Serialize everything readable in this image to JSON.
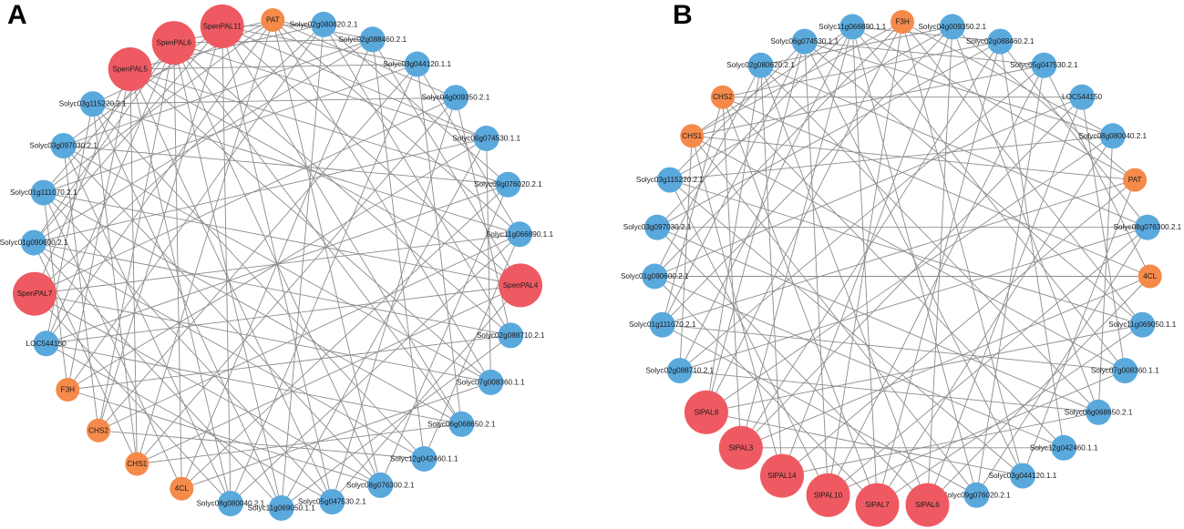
{
  "colors": {
    "pal": "#ef5a62",
    "pathway": "#f58a4b",
    "gene": "#5aa9dd",
    "edge": "#8c8c8c"
  },
  "panels": [
    {
      "letter": "A",
      "nodes": [
        {
          "label": "SpenPAL11",
          "type": "pal"
        },
        {
          "label": "PAT",
          "type": "pathway"
        },
        {
          "label": "Solyc02g080620.2.1",
          "type": "gene"
        },
        {
          "label": "Solyc02g088460.2.1",
          "type": "gene"
        },
        {
          "label": "Solyc03g044120.1.1",
          "type": "gene"
        },
        {
          "label": "Solyc04g009350.2.1",
          "type": "gene"
        },
        {
          "label": "Solyc06g074530.1.1",
          "type": "gene"
        },
        {
          "label": "Solyc09g076020.2.1",
          "type": "gene"
        },
        {
          "label": "Solyc11g066890.1.1",
          "type": "gene"
        },
        {
          "label": "SpenPAL4",
          "type": "pal"
        },
        {
          "label": "Solyc02g088710.2.1",
          "type": "gene"
        },
        {
          "label": "Solyc07g008360.1.1",
          "type": "gene"
        },
        {
          "label": "Solyc06g068650.2.1",
          "type": "gene"
        },
        {
          "label": "Solyc12g042460.1.1",
          "type": "gene"
        },
        {
          "label": "Solyc08g076300.2.1",
          "type": "gene"
        },
        {
          "label": "Solyc05g047530.2.1",
          "type": "gene"
        },
        {
          "label": "Solyc11g069050.1.1",
          "type": "gene"
        },
        {
          "label": "Solyc08g080040.2.1",
          "type": "gene"
        },
        {
          "label": "4CL",
          "type": "pathway"
        },
        {
          "label": "CHS1",
          "type": "pathway"
        },
        {
          "label": "CHS2",
          "type": "pathway"
        },
        {
          "label": "F3H",
          "type": "pathway"
        },
        {
          "label": "LOC544150",
          "type": "gene"
        },
        {
          "label": "SpenPAL7",
          "type": "pal"
        },
        {
          "label": "Solyc01g090600.2.1",
          "type": "gene"
        },
        {
          "label": "Solyc01g111070.2.1",
          "type": "gene"
        },
        {
          "label": "Solyc03g097030.2.1",
          "type": "gene"
        },
        {
          "label": "Solyc03g115220.2.1",
          "type": "gene"
        },
        {
          "label": "SpenPAL5",
          "type": "pal"
        },
        {
          "label": "SpenPAL6",
          "type": "pal"
        }
      ],
      "edges": [
        [
          0,
          2
        ],
        [
          0,
          4
        ],
        [
          0,
          6
        ],
        [
          0,
          9
        ],
        [
          0,
          12
        ],
        [
          0,
          15
        ],
        [
          0,
          17
        ],
        [
          0,
          20
        ],
        [
          0,
          24
        ],
        [
          0,
          26
        ],
        [
          1,
          3
        ],
        [
          1,
          5
        ],
        [
          1,
          8
        ],
        [
          1,
          11
        ],
        [
          1,
          14
        ],
        [
          1,
          19
        ],
        [
          1,
          22
        ],
        [
          1,
          25
        ],
        [
          1,
          27
        ],
        [
          1,
          29
        ],
        [
          2,
          7
        ],
        [
          2,
          10
        ],
        [
          2,
          16
        ],
        [
          2,
          21
        ],
        [
          2,
          23
        ],
        [
          2,
          28
        ],
        [
          3,
          9
        ],
        [
          3,
          13
        ],
        [
          3,
          18
        ],
        [
          3,
          24
        ],
        [
          3,
          26
        ],
        [
          3,
          29
        ],
        [
          4,
          8
        ],
        [
          4,
          12
        ],
        [
          4,
          17
        ],
        [
          4,
          20
        ],
        [
          4,
          25
        ],
        [
          4,
          28
        ],
        [
          5,
          10
        ],
        [
          5,
          15
        ],
        [
          5,
          19
        ],
        [
          5,
          23
        ],
        [
          5,
          27
        ],
        [
          6,
          11
        ],
        [
          6,
          16
        ],
        [
          6,
          21
        ],
        [
          6,
          24
        ],
        [
          6,
          29
        ],
        [
          7,
          14
        ],
        [
          7,
          18
        ],
        [
          7,
          22
        ],
        [
          7,
          26
        ],
        [
          7,
          28
        ],
        [
          8,
          13
        ],
        [
          8,
          17
        ],
        [
          8,
          20
        ],
        [
          8,
          23
        ],
        [
          8,
          27
        ],
        [
          9,
          15
        ],
        [
          9,
          19
        ],
        [
          9,
          22
        ],
        [
          9,
          25
        ],
        [
          9,
          28
        ],
        [
          10,
          16
        ],
        [
          10,
          21
        ],
        [
          10,
          24
        ],
        [
          10,
          29
        ],
        [
          11,
          18
        ],
        [
          11,
          23
        ],
        [
          11,
          26
        ],
        [
          11,
          28
        ],
        [
          12,
          19
        ],
        [
          12,
          22
        ],
        [
          12,
          25
        ],
        [
          12,
          29
        ],
        [
          13,
          20
        ],
        [
          13,
          24
        ],
        [
          13,
          27
        ],
        [
          14,
          21
        ],
        [
          14,
          23
        ],
        [
          14,
          26
        ],
        [
          14,
          29
        ],
        [
          15,
          22
        ],
        [
          15,
          25
        ],
        [
          15,
          28
        ],
        [
          16,
          24
        ],
        [
          16,
          27
        ],
        [
          16,
          29
        ],
        [
          17,
          23
        ],
        [
          17,
          26
        ],
        [
          17,
          28
        ],
        [
          18,
          25
        ],
        [
          18,
          29
        ],
        [
          19,
          24
        ],
        [
          19,
          27
        ],
        [
          19,
          28
        ],
        [
          20,
          26
        ],
        [
          20,
          29
        ],
        [
          21,
          25
        ],
        [
          21,
          28
        ],
        [
          22,
          27
        ],
        [
          22,
          29
        ],
        [
          23,
          28
        ],
        [
          24,
          29
        ],
        [
          25,
          29
        ]
      ]
    },
    {
      "letter": "B",
      "nodes": [
        {
          "label": "F3H",
          "type": "pathway"
        },
        {
          "label": "Solyc04g009350.2.1",
          "type": "gene"
        },
        {
          "label": "Solyc02g088460.2.1",
          "type": "gene"
        },
        {
          "label": "Solyc05g047530.2.1",
          "type": "gene"
        },
        {
          "label": "LOC544150",
          "type": "gene"
        },
        {
          "label": "Solyc08g080040.2.1",
          "type": "gene"
        },
        {
          "label": "PAT",
          "type": "pathway"
        },
        {
          "label": "Solyc08g076300.2.1",
          "type": "gene"
        },
        {
          "label": "4CL",
          "type": "pathway"
        },
        {
          "label": "Solyc11g069050.1.1",
          "type": "gene"
        },
        {
          "label": "Solyc07g008360.1.1",
          "type": "gene"
        },
        {
          "label": "Solyc06g068650.2.1",
          "type": "gene"
        },
        {
          "label": "Solyc12g042460.1.1",
          "type": "gene"
        },
        {
          "label": "Solyc03g044120.1.1",
          "type": "gene"
        },
        {
          "label": "Solyc09g076020.2.1",
          "type": "gene"
        },
        {
          "label": "SlPAL6",
          "type": "pal"
        },
        {
          "label": "SlPAL7",
          "type": "pal"
        },
        {
          "label": "SlPAL10",
          "type": "pal"
        },
        {
          "label": "SlPAL14",
          "type": "pal"
        },
        {
          "label": "SlPAL3",
          "type": "pal"
        },
        {
          "label": "SlPAL8",
          "type": "pal"
        },
        {
          "label": "Solyc02g088710.2.1",
          "type": "gene"
        },
        {
          "label": "Solyc01g111070.2.1",
          "type": "gene"
        },
        {
          "label": "Solyc01g090600.2.1",
          "type": "gene"
        },
        {
          "label": "Solyc03g097030.2.1",
          "type": "gene"
        },
        {
          "label": "Solyc03g115220.2.1",
          "type": "gene"
        },
        {
          "label": "CHS1",
          "type": "pathway"
        },
        {
          "label": "CHS2",
          "type": "pathway"
        },
        {
          "label": "Solyc02g080620.2.1",
          "type": "gene"
        },
        {
          "label": "Solyc06g074530.1.1",
          "type": "gene"
        },
        {
          "label": "Solyc11g066890.1.1",
          "type": "gene"
        }
      ],
      "edges": [
        [
          0,
          5
        ],
        [
          0,
          9
        ],
        [
          0,
          13
        ],
        [
          0,
          17
        ],
        [
          0,
          20
        ],
        [
          0,
          23
        ],
        [
          0,
          26
        ],
        [
          1,
          6
        ],
        [
          1,
          11
        ],
        [
          1,
          15
        ],
        [
          1,
          18
        ],
        [
          1,
          22
        ],
        [
          1,
          25
        ],
        [
          1,
          28
        ],
        [
          2,
          7
        ],
        [
          2,
          12
        ],
        [
          2,
          16
        ],
        [
          2,
          19
        ],
        [
          2,
          24
        ],
        [
          2,
          27
        ],
        [
          2,
          30
        ],
        [
          3,
          8
        ],
        [
          3,
          14
        ],
        [
          3,
          17
        ],
        [
          3,
          21
        ],
        [
          3,
          26
        ],
        [
          3,
          29
        ],
        [
          4,
          10
        ],
        [
          4,
          15
        ],
        [
          4,
          19
        ],
        [
          4,
          23
        ],
        [
          4,
          27
        ],
        [
          5,
          11
        ],
        [
          5,
          16
        ],
        [
          5,
          20
        ],
        [
          5,
          25
        ],
        [
          5,
          29
        ],
        [
          6,
          13
        ],
        [
          6,
          18
        ],
        [
          6,
          22
        ],
        [
          6,
          26
        ],
        [
          6,
          30
        ],
        [
          7,
          14
        ],
        [
          7,
          17
        ],
        [
          7,
          21
        ],
        [
          7,
          24
        ],
        [
          7,
          28
        ],
        [
          8,
          15
        ],
        [
          8,
          19
        ],
        [
          8,
          23
        ],
        [
          8,
          27
        ],
        [
          9,
          16
        ],
        [
          9,
          20
        ],
        [
          9,
          25
        ],
        [
          9,
          29
        ],
        [
          10,
          17
        ],
        [
          10,
          22
        ],
        [
          10,
          26
        ],
        [
          10,
          30
        ],
        [
          11,
          18
        ],
        [
          11,
          21
        ],
        [
          11,
          24
        ],
        [
          11,
          28
        ],
        [
          12,
          19
        ],
        [
          12,
          23
        ],
        [
          12,
          27
        ],
        [
          13,
          20
        ],
        [
          13,
          25
        ],
        [
          13,
          29
        ],
        [
          14,
          22
        ],
        [
          14,
          26
        ],
        [
          14,
          30
        ],
        [
          15,
          24
        ],
        [
          15,
          28
        ],
        [
          16,
          23
        ],
        [
          16,
          27
        ],
        [
          16,
          30
        ],
        [
          17,
          25
        ],
        [
          17,
          29
        ],
        [
          18,
          26
        ],
        [
          18,
          28
        ],
        [
          19,
          27
        ],
        [
          19,
          30
        ],
        [
          20,
          28
        ],
        [
          20,
          29
        ],
        [
          21,
          26
        ],
        [
          21,
          30
        ],
        [
          22,
          27
        ],
        [
          22,
          29
        ],
        [
          23,
          28
        ],
        [
          24,
          30
        ],
        [
          25,
          29
        ],
        [
          26,
          30
        ]
      ]
    }
  ]
}
